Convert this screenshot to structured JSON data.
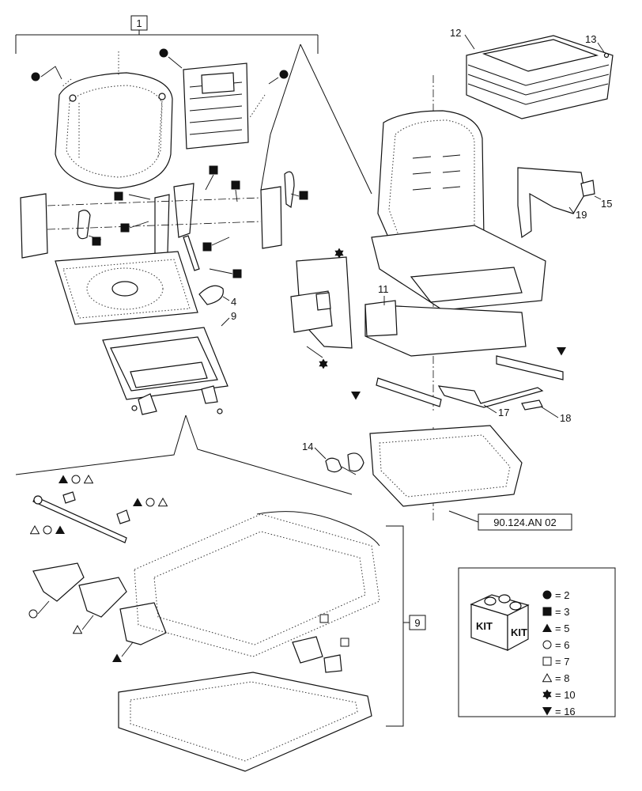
{
  "callouts": {
    "c1": "1",
    "c4": "4",
    "c9a": "9",
    "c9b": "9",
    "c11": "11",
    "c12": "12",
    "c13": "13",
    "c14": "14",
    "c15": "15",
    "c17": "17",
    "c18": "18",
    "c19": "19",
    "ref": "90.124.AN 02"
  },
  "legend": {
    "kit_word_1": "KIT",
    "kit_word_2": "KIT",
    "rows": [
      {
        "symbol": "filled-circle",
        "text": "= 2"
      },
      {
        "symbol": "filled-square",
        "text": "= 3"
      },
      {
        "symbol": "filled-triangle",
        "text": "= 5"
      },
      {
        "symbol": "open-circle",
        "text": "= 6"
      },
      {
        "symbol": "open-square",
        "text": "= 7"
      },
      {
        "symbol": "open-triangle",
        "text": "= 8"
      },
      {
        "symbol": "filled-star",
        "text": "= 10"
      },
      {
        "symbol": "filled-down-triangle",
        "text": "= 16"
      }
    ]
  }
}
